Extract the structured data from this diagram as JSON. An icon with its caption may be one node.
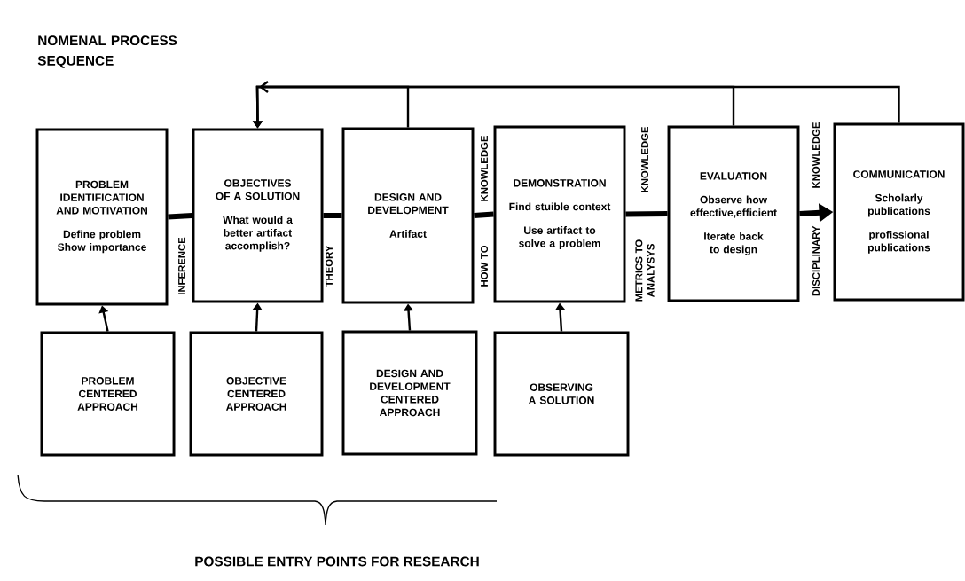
{
  "diagram": {
    "title": "NOMENAL PROCESS SEQUENCE",
    "caption": "POSSIBLE ENTRY POINTS FOR RESEARCH",
    "nodes": [
      {
        "text": [
          "PROBLEM IDENTIFICATION AND MOTIVATION",
          "Define problem Show importance"
        ]
      },
      {
        "text": [
          "OBJECTIVES OF A SOLUTION",
          "What would a better artifact accomplish?"
        ]
      },
      {
        "text": [
          "DESIGN AND DEVELOPMENT",
          "Artifact"
        ]
      },
      {
        "text": [
          "DEMONSTRATION",
          "Find stuible context",
          "Use artifact to solve a problem"
        ]
      },
      {
        "text": [
          "EVALUATION",
          "Observe how effective,efficient",
          "Iterate back to design"
        ]
      },
      {
        "text": [
          "COMMUNICATION",
          "Scholarly publications",
          "profissional publications"
        ]
      },
      {
        "text": [
          "PROBLEM CENTERED APPROACH"
        ]
      },
      {
        "text": [
          "OBJECTIVE CENTERED APPROACH"
        ]
      },
      {
        "text": [
          "DESIGN AND DEVELOPMENT CENTERED APPROACH"
        ]
      },
      {
        "text": [
          "OBSERVING A SOLUTION"
        ]
      }
    ],
    "edges": [
      {
        "from": 0,
        "to": 1,
        "arrow": "none",
        "style": "thick",
        "label": "INFERENCE"
      },
      {
        "from": 1,
        "to": 2,
        "arrow": "none",
        "style": "thick",
        "label": "THEORY"
      },
      {
        "from": 2,
        "to": 3,
        "arrow": "none",
        "style": "thick",
        "label": "KNOWLEDGE"
      },
      {
        "from": 3,
        "to": 4,
        "arrow": "none",
        "style": "thick",
        "label": "KNOWLEDGE"
      },
      {
        "from": 4,
        "to": 5,
        "arrow": "to",
        "style": "thick",
        "label": "KNOWLEDGE"
      },
      {
        "from": 6,
        "to": 0,
        "arrow": "to"
      },
      {
        "from": 7,
        "to": 1,
        "arrow": "to"
      },
      {
        "from": 8,
        "to": 2,
        "arrow": "to"
      },
      {
        "from": 9,
        "to": 3,
        "arrow": "to"
      },
      {
        "from": 2,
        "to": 1,
        "arrow": "to"
      },
      {
        "from": 4,
        "to": 1,
        "arrow": "to"
      },
      {
        "from": 5,
        "to": 1,
        "arrow": "to"
      }
    ],
    "labels": [
      "HOW TO",
      "METRICS TO ANALYSYS",
      "DISCIPLINARY"
    ]
  }
}
